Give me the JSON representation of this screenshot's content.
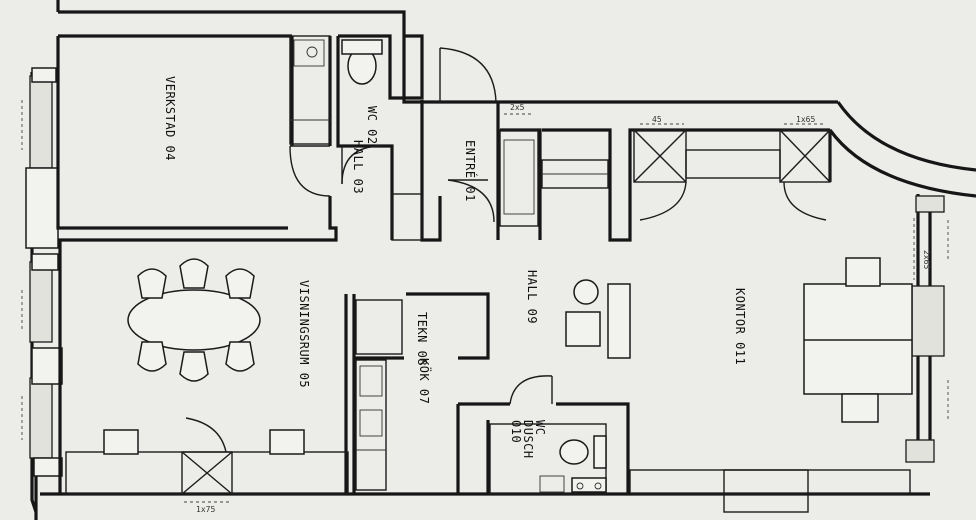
{
  "rooms": {
    "verkstad": "VERKSTAD 04",
    "wc": "WC 02",
    "hall03": "HALL 03",
    "entre": "ENTRÉ 01",
    "visningsrum": "VISNINGSRUM 05",
    "hall09": "HALL 09",
    "kontor": "KONTOR 011",
    "tekn": "TEKN 08",
    "kok": "KÖK 07",
    "wcdusch_a": "WC",
    "wcdusch_b": "DUSCH",
    "wcdusch_c": "010"
  },
  "dimensions": {
    "d1": "2x5",
    "d2": "45",
    "d3": "1x65",
    "d4": "1x75",
    "d5": "2x65"
  },
  "colors": {
    "paper": "#ecece9",
    "ink": "#161616"
  }
}
